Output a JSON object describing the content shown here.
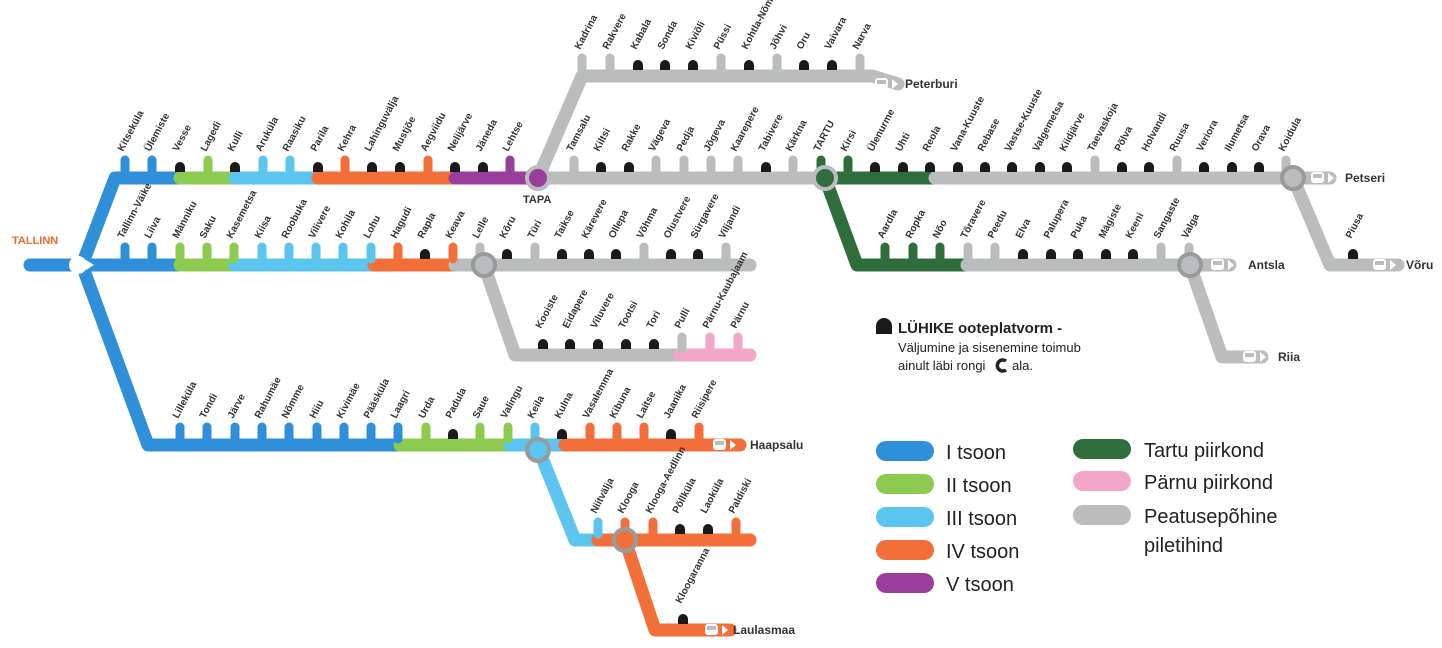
{
  "colors": {
    "zone1": "#2f8fd8",
    "zone2": "#8ccb4f",
    "zone3": "#5bc4ef",
    "zone4": "#f26f3a",
    "zone5": "#9a3e9e",
    "tartu": "#2f6e3c",
    "parnu": "#f4a6c8",
    "gray": "#bbbcbe",
    "short_platform": "#1a1a1a",
    "hub_label": "#ee6a2c"
  },
  "hubs": {
    "tallinn": "TALLINN",
    "tapa": "TAPA",
    "tartu": "TARTU"
  },
  "terminals": {
    "peterburi": "Peterburi",
    "petseri": "Petseri",
    "antsla": "Antsla",
    "riia": "Riia",
    "voru": "Võru",
    "haapsalu": "Haapsalu",
    "laulasmaa": "Laulasmaa"
  },
  "lines": {
    "tapa": [
      "Kitseküla",
      "Ülemiste",
      "Vesse",
      "Lagedi",
      "Kulli",
      "Aruküla",
      "Raasiku",
      "Parila",
      "Kehra",
      "Lahinguvälja",
      "Mustjõe",
      "Aegviidu",
      "Nelijärve",
      "Jäneda",
      "Lehtse"
    ],
    "narva": [
      "Kadrina",
      "Rakvere",
      "Kabala",
      "Sonda",
      "Kiviõli",
      "Püssi",
      "Kohtla-Nõmme",
      "Jõhvi",
      "Oru",
      "Vaivara",
      "Narva"
    ],
    "tartu": [
      "Tamsalu",
      "Kiltsi",
      "Rakke",
      "Vägeva",
      "Pedja",
      "Jõgeva",
      "Kaarepere",
      "Tabivere",
      "Kärkna",
      "TARTU",
      "Kirsi",
      "Ülenurme",
      "Uhti",
      "Reola",
      "Vana-Kuuste",
      "Rebase",
      "Vastse-Kuuste",
      "Valgemetsa",
      "Kiidjärve",
      "Taevaskoja",
      "Põlva",
      "Holvandi",
      "Ruusa",
      "Veriora",
      "Ilumetsa",
      "Orava",
      "Koidula"
    ],
    "viljandi": [
      "Tallinn-Väike",
      "Liiva",
      "Männiku",
      "Saku",
      "Kasemetsa",
      "Kiisa",
      "Roobuka",
      "Vilivere",
      "Kohila",
      "Lohu",
      "Hagudi",
      "Rapla",
      "Keava",
      "Lelle",
      "Kõru",
      "Türi",
      "Taikse",
      "Kärevere",
      "Ollepa",
      "Võhma",
      "Olustvere",
      "Sürgavere",
      "Viljandi"
    ],
    "parnu": [
      "Kooiste",
      "Eidapere",
      "Viluvere",
      "Tootsi",
      "Tori",
      "Pulli",
      "Pärnu-Kaubajaam",
      "Pärnu"
    ],
    "valga": [
      "Aardla",
      "Ropka",
      "Nõo",
      "Tõravere",
      "Peedu",
      "Elva",
      "Palupera",
      "Puka",
      "Mägiste",
      "Keeni",
      "Sangaste",
      "Valga"
    ],
    "piusa": "Piusa",
    "haapsalu": [
      "Lilleküla",
      "Tondi",
      "Järve",
      "Rahumäe",
      "Nõmme",
      "Hiiu",
      "Kivimäe",
      "Pääsküla",
      "Laagri",
      "Urda",
      "Padula",
      "Saue",
      "Valingu",
      "Keila",
      "Kulna",
      "Vasalemma",
      "Kibuna",
      "Laitse",
      "Jaanika",
      "Riisipere"
    ],
    "paldiski": [
      "Niitvälja",
      "Klooga",
      "Klooga-Aedlinn",
      "Põllküla",
      "Laoküla",
      "Paldiski"
    ],
    "laulasmaa": "Kloogaranna"
  },
  "note": {
    "title": "LÜHIKE ootеplatvorm -",
    "line2": "Väljumine ja sisenemine toimub",
    "line3_a": "ainult läbi rongi",
    "line3_b": "ala."
  },
  "legend": {
    "zone1": "I tsoon",
    "zone2": "II tsoon",
    "zone3": "III tsoon",
    "zone4": "IV tsoon",
    "zone5": "V tsoon",
    "tartu": "Tartu piirkond",
    "parnu": "Pärnu piirkond",
    "gray_line1": "Peatusepõhine",
    "gray_line2": "piletihind"
  }
}
